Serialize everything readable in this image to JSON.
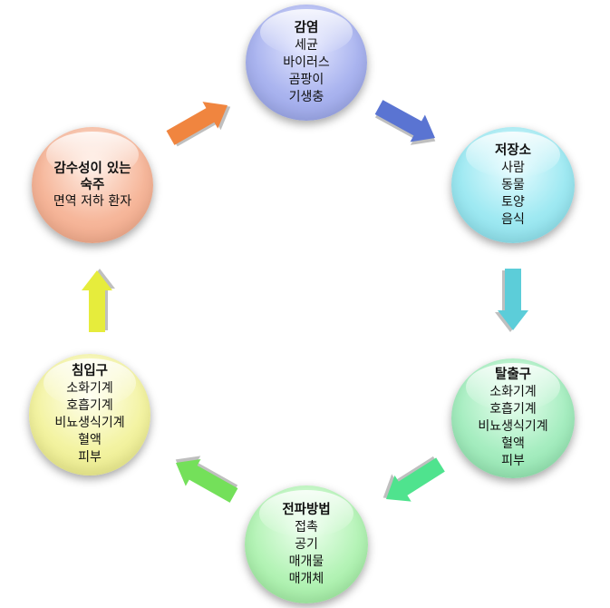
{
  "nodes": {
    "infection": {
      "title": "감염",
      "lines": [
        "세균",
        "바이러스",
        "곰팡이",
        "기생충"
      ]
    },
    "reservoir": {
      "title": "저장소",
      "lines": [
        "사람",
        "동물",
        "토양",
        "음식"
      ]
    },
    "exit": {
      "title": "탈출구",
      "lines": [
        "소화기계",
        "호흡기계",
        "비뇨생식기계",
        "혈액",
        "피부"
      ]
    },
    "transmission": {
      "title": "전파방법",
      "lines": [
        "접촉",
        "공기",
        "매개물",
        "매개체"
      ]
    },
    "entry": {
      "title": "침입구",
      "lines": [
        "소화기계",
        "호흡기계",
        "비뇨생식기계",
        "혈액",
        "피부"
      ]
    },
    "host": {
      "title_lines": [
        "감수성이 있는",
        "숙주"
      ],
      "lines": [
        "면역 저하 환자"
      ]
    }
  },
  "colors": {
    "arrow_infection_to_reservoir": "#5a74d2",
    "arrow_reservoir_to_exit": "#5ccdd9",
    "arrow_exit_to_transmission": "#4fe38e",
    "arrow_transmission_to_entry": "#74e05a",
    "arrow_entry_to_host": "#e6ec3c",
    "arrow_host_to_infection": "#f0853f"
  }
}
